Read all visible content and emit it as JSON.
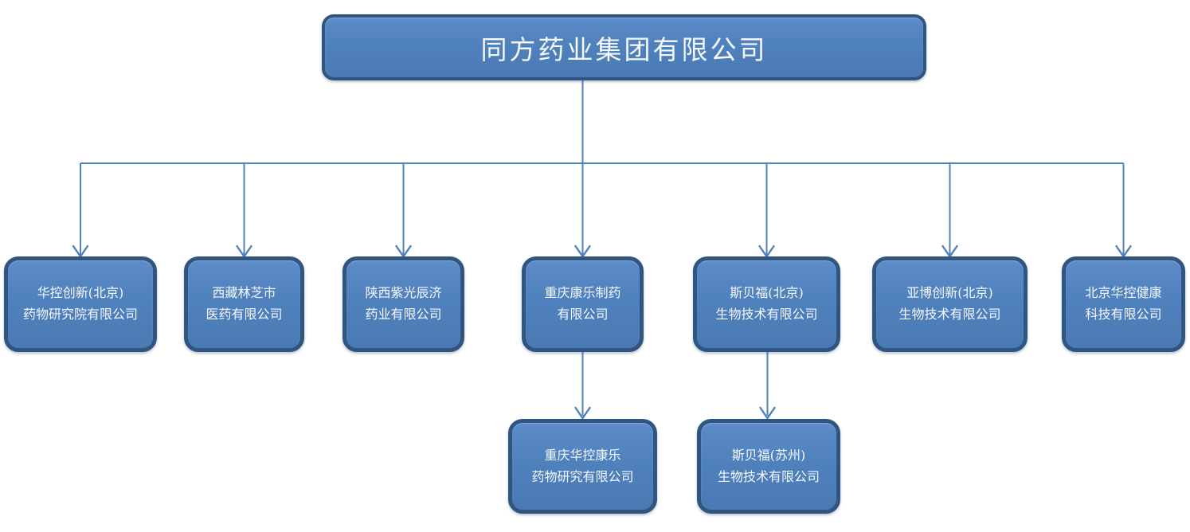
{
  "diagram": {
    "type": "org-chart",
    "root": {
      "label": "同方药业集团有限公司"
    },
    "level1": [
      {
        "lines": [
          "华控创新(北京)",
          "药物研究院有限公司"
        ]
      },
      {
        "lines": [
          "西藏林芝市",
          "医药有限公司"
        ]
      },
      {
        "lines": [
          "陕西紫光辰济",
          "药业有限公司"
        ]
      },
      {
        "lines": [
          "重庆康乐制药",
          "有限公司"
        ]
      },
      {
        "lines": [
          "斯贝福(北京)",
          "生物技术有限公司"
        ]
      },
      {
        "lines": [
          "亚博创新(北京)",
          "生物技术有限公司"
        ]
      },
      {
        "lines": [
          "北京华控健康",
          "科技有限公司"
        ]
      }
    ],
    "level2": [
      {
        "lines": [
          "重庆华控康乐",
          "药物研究有限公司"
        ],
        "parent_level1_index": 3
      },
      {
        "lines": [
          "斯贝福(苏州)",
          "生物技术有限公司"
        ],
        "parent_level1_index": 4
      }
    ]
  },
  "colors": {
    "background": "#ffffff",
    "box_fill": "#4f81bd",
    "box_border": "#2f5580",
    "box_text": "#f5f8fc",
    "connector": "#4f81bd"
  }
}
